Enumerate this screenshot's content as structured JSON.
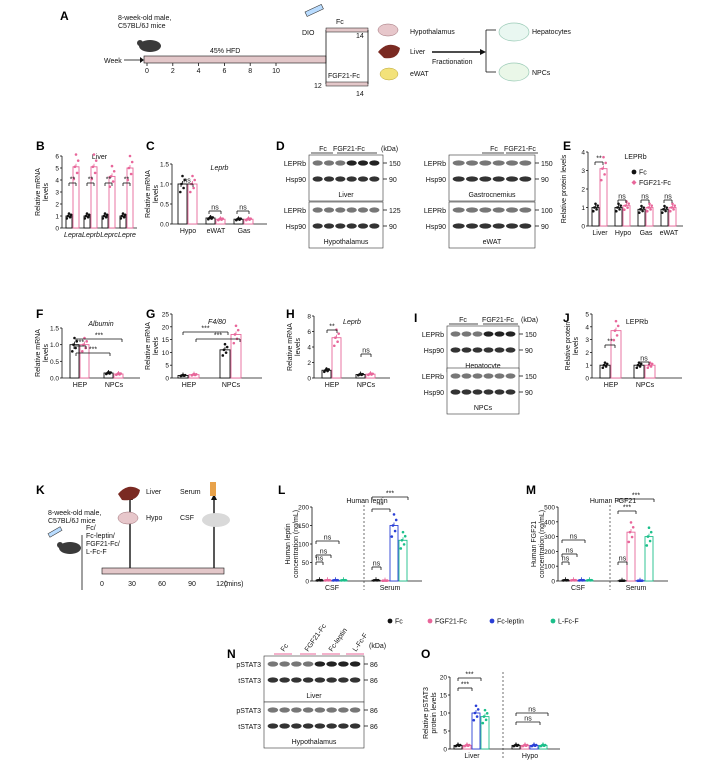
{
  "colors": {
    "fc": "#111111",
    "fgf21": "#e8669a",
    "leptin": "#2a3fd6",
    "lfcf": "#1bbf8a",
    "pink_bar": "#f2b6c9",
    "diet": "#e3c7c9"
  },
  "panel_labels": [
    "A",
    "B",
    "C",
    "D",
    "E",
    "F",
    "G",
    "H",
    "I",
    "J",
    "K",
    "L",
    "M",
    "N",
    "O"
  ],
  "A": {
    "mouse": "8-week-old male,\nC57BL/6J mice",
    "week": "Week",
    "ticks": [
      "0",
      "2",
      "4",
      "6",
      "8",
      "10",
      "12",
      "14"
    ],
    "hfd": "45% HFD",
    "dio": "DIO",
    "fc": "Fc",
    "fgf21fc": "FGF21-Fc",
    "t14a": "14",
    "t12": "12",
    "t14b": "14",
    "hypothalamus": "Hypothalamus",
    "liver": "Liver",
    "ewat": "eWAT",
    "fractionation": "Fractionation",
    "hepatocytes": "Hepatocytes",
    "npcs": "NPCs"
  },
  "B": {
    "title": "Liver",
    "ylabel": "Relative mRNA\nlevels",
    "yticks": [
      "0",
      "1",
      "2",
      "3",
      "4",
      "5",
      "6"
    ],
    "cats": [
      "Lepra",
      "Leprb",
      "Leprc",
      "Lepre"
    ],
    "sig": [
      "**",
      "**",
      "**",
      "**"
    ]
  },
  "C": {
    "title": "Leprb",
    "ylabel": "Relative mRNA\nlevels",
    "yticks": [
      "0.0",
      "0.5",
      "1.0",
      "1.5"
    ],
    "cats": [
      "Hypo",
      "eWAT",
      "Gas"
    ],
    "sig": [
      "ns",
      "ns",
      "ns"
    ]
  },
  "D": {
    "groups_left": [
      "Fc",
      "FGF21-Fc"
    ],
    "kda": "(kDa)",
    "groups_right": [
      "Fc",
      "FGF21-Fc"
    ],
    "blots": [
      {
        "rows": [
          "LEPRb",
          "Hsp90"
        ],
        "mw": [
          "150",
          "90"
        ],
        "tissue": "Liver"
      },
      {
        "rows": [
          "LEPRb",
          "Hsp90"
        ],
        "mw": [
          "150",
          "90"
        ],
        "tissue": "Gastrocnemius"
      },
      {
        "rows": [
          "LEPRb",
          "Hsp90"
        ],
        "mw": [
          "125",
          "90"
        ],
        "tissue": "Hypothalamus"
      },
      {
        "rows": [
          "LEPRb",
          "Hsp90"
        ],
        "mw": [
          "100",
          "90"
        ],
        "tissue": "eWAT"
      }
    ]
  },
  "E": {
    "title": "LEPRb",
    "ylabel": "Relative protein levels",
    "yticks": [
      "0",
      "1",
      "2",
      "3",
      "4"
    ],
    "cats": [
      "Liver",
      "Hypo",
      "Gas",
      "eWAT"
    ],
    "legend": [
      "Fc",
      "FGF21-Fc"
    ],
    "sig": [
      "**",
      "ns",
      "ns",
      "ns"
    ]
  },
  "F": {
    "title": "Albumin",
    "ylabel": "Relative mRNA\nlevels",
    "yticks": [
      "0.0",
      "0.5",
      "1.0",
      "1.5"
    ],
    "cats": [
      "HEP",
      "NPCs"
    ],
    "sig": [
      "***",
      "***",
      "***"
    ]
  },
  "G": {
    "title": "F4/80",
    "ylabel": "Relative mRNA\nlevels",
    "yticks": [
      "0",
      "5",
      "10",
      "15",
      "20",
      "25"
    ],
    "cats": [
      "HEP",
      "NPCs"
    ],
    "sig": [
      "***",
      "***"
    ]
  },
  "H": {
    "title": "Leprb",
    "ylabel": "Relative mRNA\nlevels",
    "yticks": [
      "0",
      "2",
      "4",
      "6",
      "8"
    ],
    "cats": [
      "HEP",
      "NPCs"
    ],
    "sig": [
      "**",
      "ns"
    ]
  },
  "I": {
    "groups": [
      "Fc",
      "FGF21-Fc"
    ],
    "kda": "(kDa)",
    "blots": [
      {
        "rows": [
          "LEPRb",
          "Hsp90"
        ],
        "mw": [
          "150",
          "90"
        ],
        "tissue": "Hepatocyte"
      },
      {
        "rows": [
          "LEPRb",
          "Hsp90"
        ],
        "mw": [
          "150",
          "90"
        ],
        "tissue": "NPCs"
      }
    ]
  },
  "J": {
    "title": "LEPRb",
    "ylabel": "Relative protein\nlevels",
    "yticks": [
      "0",
      "1",
      "2",
      "3",
      "4",
      "5"
    ],
    "cats": [
      "HEP",
      "NPCs"
    ],
    "sig": [
      "**",
      "ns"
    ]
  },
  "K": {
    "mouse": "8-week-old male,\nC57BL/6J mice",
    "treatments": "Fc/\nFc-leptin/\nFGF21-Fc/\nL-Fc-F",
    "liver": "Liver",
    "hypo": "Hypo",
    "serum": "Serum",
    "csf": "CSF",
    "ticks": [
      "0",
      "30",
      "60",
      "90",
      "120"
    ],
    "mins": "(mins)"
  },
  "L": {
    "title": "Human leptin",
    "ylabel": "Human leptin\nconcentration (ng/mL)",
    "yticks": [
      "0",
      "50",
      "100",
      "150",
      "200"
    ],
    "cats": [
      "CSF",
      "Serum"
    ],
    "sig": [
      "ns",
      "ns",
      "ns",
      "ns",
      "**",
      "***"
    ]
  },
  "M": {
    "title": "Human FGF21",
    "ylabel": "Human FGF21\nconcentration (ng/mL)",
    "yticks": [
      "0",
      "100",
      "200",
      "300",
      "400",
      "500"
    ],
    "cats": [
      "CSF",
      "Serum"
    ],
    "sig": [
      "ns",
      "ns",
      "ns",
      "ns",
      "***",
      "***"
    ]
  },
  "legend2": [
    "Fc",
    "FGF21-Fc",
    "Fc-leptin",
    "L-Fc-F"
  ],
  "N": {
    "groups": [
      "Fc",
      "FGF21-Fc",
      "Fc-leptin",
      "L-Fc-F"
    ],
    "kda": "(kDa)",
    "blots": [
      {
        "rows": [
          "pSTAT3",
          "tSTAT3"
        ],
        "mw": [
          "86",
          "86"
        ],
        "tissue": "Liver"
      },
      {
        "rows": [
          "pSTAT3",
          "tSTAT3"
        ],
        "mw": [
          "86",
          "86"
        ],
        "tissue": "Hypothalamus"
      }
    ]
  },
  "O": {
    "ylabel": "Relative pSTAT3\nprotein levels",
    "yticks": [
      "0",
      "5",
      "10",
      "15",
      "20"
    ],
    "cats": [
      "Liver",
      "Hypo"
    ],
    "sig": [
      "***",
      "***",
      "ns",
      "ns"
    ]
  }
}
